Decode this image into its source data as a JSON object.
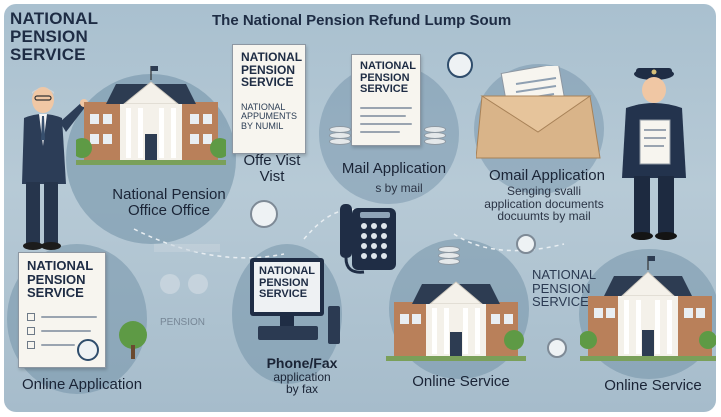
{
  "logo": {
    "line1": "NATIONAL",
    "line2": "PENSION",
    "line3": "SERVICE"
  },
  "title": "The National Pension Refund Lump Soum",
  "doc1": {
    "l1": "NATIONAL",
    "l2": "PENSION",
    "l3": "SERVICE",
    "l4": "NATIONAL",
    "l5": "APPUMENTS",
    "l6": "BY NUMIL"
  },
  "doc2": {
    "l1": "NATIONAL",
    "l2": "PENSION",
    "l3": "SERVICE"
  },
  "doc3": {
    "l1": "NATIONAL",
    "l2": "PENSION",
    "l3": "SERVICE"
  },
  "monitor": {
    "l1": "NATIONAL",
    "l2": "PENSION",
    "l3": "SERVICE"
  },
  "faded_sign": "PENSION",
  "labels": {
    "office_visit_1": "Offe Vist",
    "office_visit_2": "Vist",
    "mail_application": "Mail Application",
    "by_mail": "s by mail",
    "omail_application": "Omail Application",
    "sending_1": "Senging  svalli",
    "sending_2": "application documents",
    "sending_3": "docuumts by mail",
    "office_1": "National Pension",
    "office_2": "Office Office",
    "online_application": "Online Application",
    "phone_fax_1": "Phone/Fax",
    "phone_fax_2": "application",
    "phone_fax_3": "by fax",
    "online_service_1": "Online Service",
    "nps_right_1": "NATIONAL",
    "nps_right_2": "PENSION",
    "nps_right_3": "SERVICE",
    "online_service_2": "Online Service"
  },
  "colors": {
    "background": "#b2c6d3",
    "navy": "#1e2c44",
    "brick": "#b9805a",
    "roof": "#2d3c52",
    "tree": "#5e9a45",
    "envelope": "#d9b489"
  }
}
